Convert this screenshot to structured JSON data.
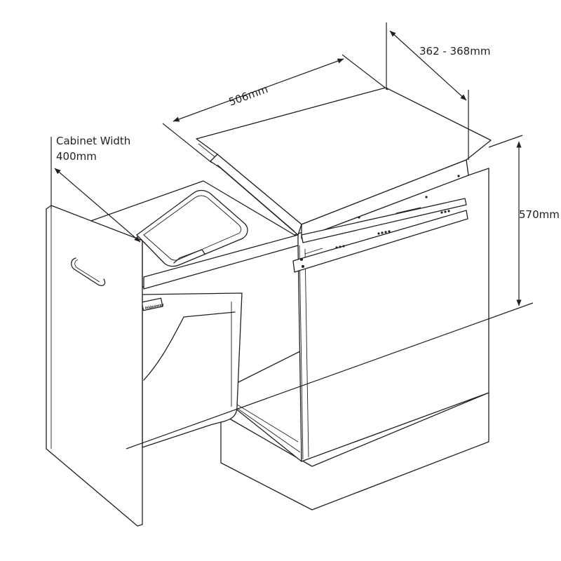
{
  "dimensions": {
    "cabinet_width_label": "Cabinet Width",
    "cabinet_width_value": "400mm",
    "length": "506mm",
    "depth": "362 - 368mm",
    "height": "570mm"
  },
  "colors": {
    "stroke": "#231f20",
    "fill": "#ffffff"
  },
  "icons": {
    "arrowhead": "arrow-head",
    "handle": "bin-door-handle"
  }
}
